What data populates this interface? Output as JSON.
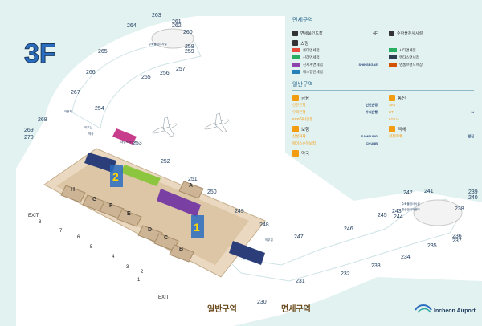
{
  "floor": "3F",
  "zones": {
    "bottom_general": "일반구역",
    "bottom_dutyfree": "면세구역"
  },
  "brand": {
    "name": "Incheon Airport"
  },
  "gates": [
    "230",
    "231",
    "232",
    "233",
    "234",
    "235",
    "236",
    "237",
    "238",
    "239",
    "240",
    "241",
    "242",
    "243",
    "244",
    "245",
    "246",
    "247",
    "248",
    "249",
    "250",
    "251",
    "252",
    "253",
    "254",
    "255",
    "256",
    "257",
    "258",
    "259",
    "260",
    "261",
    "262",
    "263",
    "264",
    "265",
    "266",
    "267",
    "268",
    "269",
    "270"
  ],
  "concourse_rows": [
    "H",
    "G",
    "F",
    "E",
    "D",
    "C",
    "B",
    "A"
  ],
  "exits": {
    "label": "EXIT",
    "left_number": "8",
    "numbers": [
      "1",
      "2",
      "3",
      "4",
      "5",
      "6",
      "7"
    ]
  },
  "big_markers": [
    "1",
    "2"
  ],
  "map_labels": {
    "transfer_upper": "수화물검사시설",
    "transfer_center": "대형보세구역",
    "transfer_right": "수화물검사시설",
    "transfer_right2": "환승안내카운터",
    "lounge_left": "라운지",
    "service_left": "의무실",
    "service_left2": "약국",
    "service_right": "의무실"
  },
  "legend": {
    "dutyfree_title": "면세구역",
    "dutyfree_items": [
      {
        "icon": "tax-refund-icon",
        "label": "면세품인도장",
        "value": "4F"
      },
      {
        "icon": "baggage-check-icon",
        "label": "수하물검사시설",
        "value": ""
      }
    ],
    "shopping_title": "쇼핑",
    "shopping_left": [
      {
        "label": "롯데면세점",
        "brand": "",
        "color": "#e74c3c"
      },
      {
        "label": "신라면세점",
        "brand": "",
        "color": "#27ae60"
      },
      {
        "label": "신세계면세점",
        "brand": "SHINSEGAE",
        "color": "#8e44ad"
      },
      {
        "label": "에스엠면세점",
        "brand": "",
        "color": "#2980b9"
      }
    ],
    "shopping_right": [
      {
        "label": "시티면세점",
        "brand": "",
        "color": "#27ae60"
      },
      {
        "label": "엔타스면세점",
        "brand": "",
        "color": "#2c3e50"
      },
      {
        "label": "명품브랜드매장",
        "brand": "",
        "color": "#d35400"
      }
    ],
    "general_title": "일반구역",
    "finance_title": "금융",
    "finance_items": [
      {
        "label": "신한은행",
        "brand": "신한은행"
      },
      {
        "label": "우리은행",
        "brand": "우리은행"
      },
      {
        "label": "KEB하나은행",
        "brand": ""
      }
    ],
    "telecom_title": "통신",
    "telecom_items": [
      {
        "label": "SKT",
        "brand": ""
      },
      {
        "label": "KT",
        "brand": "kt"
      },
      {
        "label": "LG U+",
        "brand": ""
      }
    ],
    "insurance_title": "보험",
    "insurance_items": [
      {
        "label": "삼성화재",
        "brand": "SAMSUNG"
      },
      {
        "label": "에이스손해보험",
        "brand": "CHUBB"
      }
    ],
    "delivery_title": "택배",
    "delivery_items": [
      {
        "label": "한진택배",
        "brand": "한진"
      }
    ],
    "pharmacy_title": "약국"
  }
}
